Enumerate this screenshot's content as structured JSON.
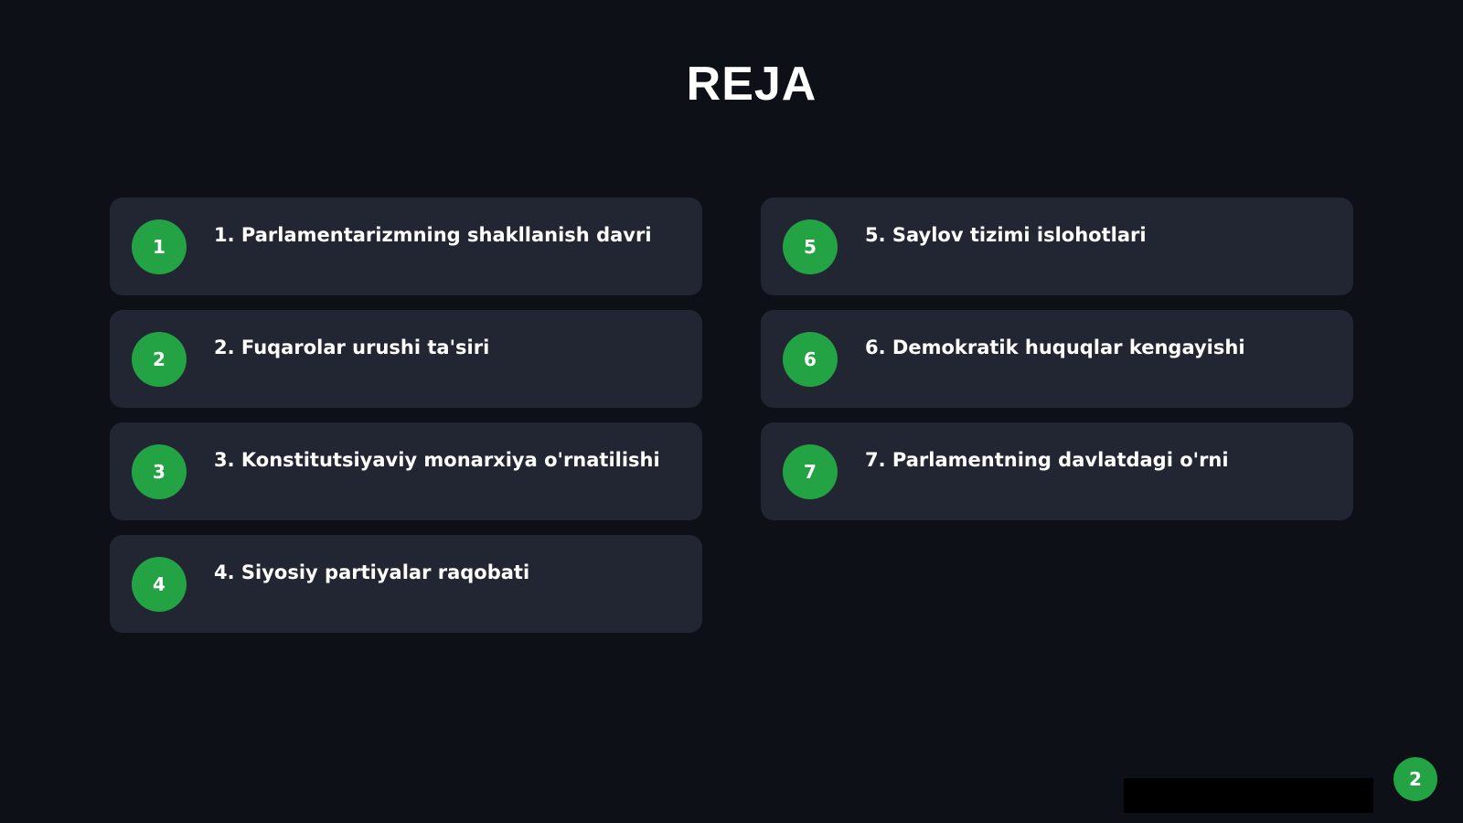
{
  "slide": {
    "title": "REJA",
    "page_number": "2",
    "accent_color": "#23a343",
    "background_color": "#0d1117",
    "card_color": "#222633"
  },
  "items_left": [
    {
      "number": "1",
      "text": "1. Parlamentarizmning shakllanish davri"
    },
    {
      "number": "2",
      "text": "2. Fuqarolar urushi ta'siri"
    },
    {
      "number": "3",
      "text": "3. Konstitutsiyaviy monarxiya o'rnatilishi"
    },
    {
      "number": "4",
      "text": "4. Siyosiy partiyalar raqobati"
    }
  ],
  "items_right": [
    {
      "number": "5",
      "text": "5. Saylov tizimi islohotlari"
    },
    {
      "number": "6",
      "text": "6. Demokratik huquqlar kengayishi"
    },
    {
      "number": "7",
      "text": "7. Parlamentning davlatdagi o'rni"
    }
  ]
}
